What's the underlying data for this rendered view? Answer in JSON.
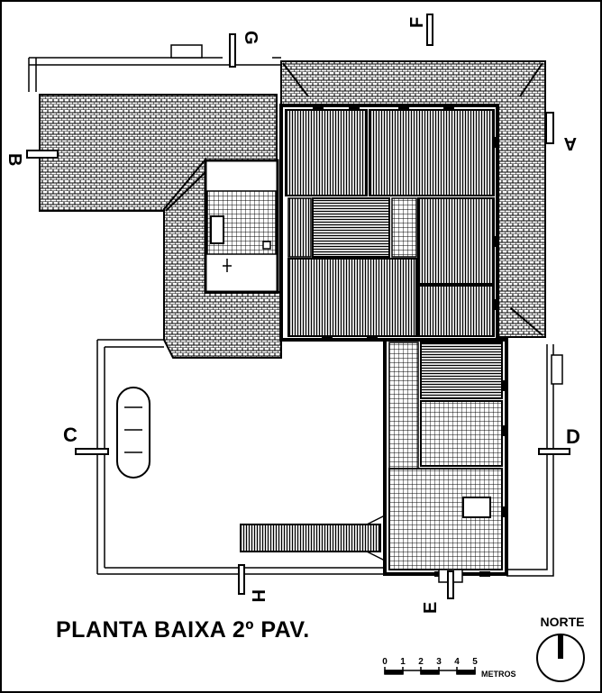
{
  "title": "PLANTA BAIXA 2º PAV.",
  "north_label": "NORTE",
  "scale": {
    "unit_label": "METROS",
    "ticks": [
      "0",
      "1",
      "2",
      "3",
      "4",
      "5"
    ]
  },
  "section_markers": {
    "A": "A",
    "B": "B",
    "C": "C",
    "D": "D",
    "E": "E",
    "F": "F",
    "G": "G",
    "H": "H"
  },
  "colors": {
    "ink": "#000000",
    "paper": "#ffffff"
  }
}
